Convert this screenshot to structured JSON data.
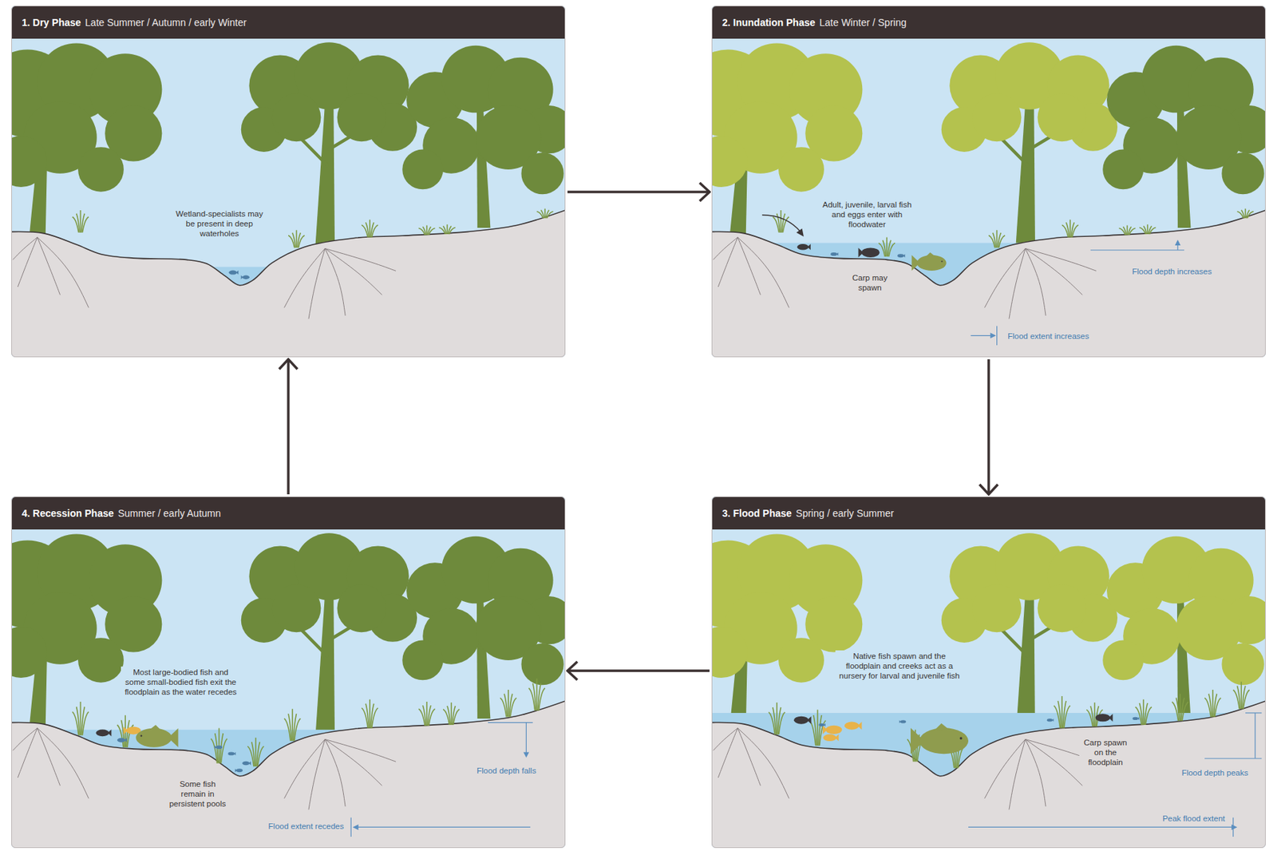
{
  "diagram": {
    "nodes": [
      {
        "text": [
          "1. Dry Phase",
          "Late Summer / Autumn / early Winter",
          "Wetland-specialists may be present in deep waterholes"
        ]
      },
      {
        "text": [
          "2. Inundation Phase",
          "Late Winter / Spring",
          "Adult, juvenile, larval fish and eggs enter with floodwater",
          "Carp may spawn",
          "Flood depth increases",
          "Flood extent increases"
        ]
      },
      {
        "text": [
          "3. Flood Phase",
          "Spring / early Summer",
          "Native fish spawn and the floodplain and creeks act as a nursery for larval and juvenile fish",
          "Carp spawn on the floodplain",
          "Flood depth peaks",
          "Peak flood extent"
        ]
      },
      {
        "text": [
          "4. Recession Phase",
          "Summer / early Autumn",
          "Most large-bodied fish and some small-bodied fish exit the floodplain as the water recedes",
          "Some fish remain in persistent pools",
          "Flood depth falls",
          "Flood extent recedes"
        ]
      }
    ],
    "edges": [
      {
        "from": 0,
        "to": 1,
        "arrow": "to"
      },
      {
        "from": 1,
        "to": 2,
        "arrow": "to"
      },
      {
        "from": 2,
        "to": 3,
        "arrow": "to"
      },
      {
        "from": 3,
        "to": 0,
        "arrow": "to"
      }
    ]
  }
}
